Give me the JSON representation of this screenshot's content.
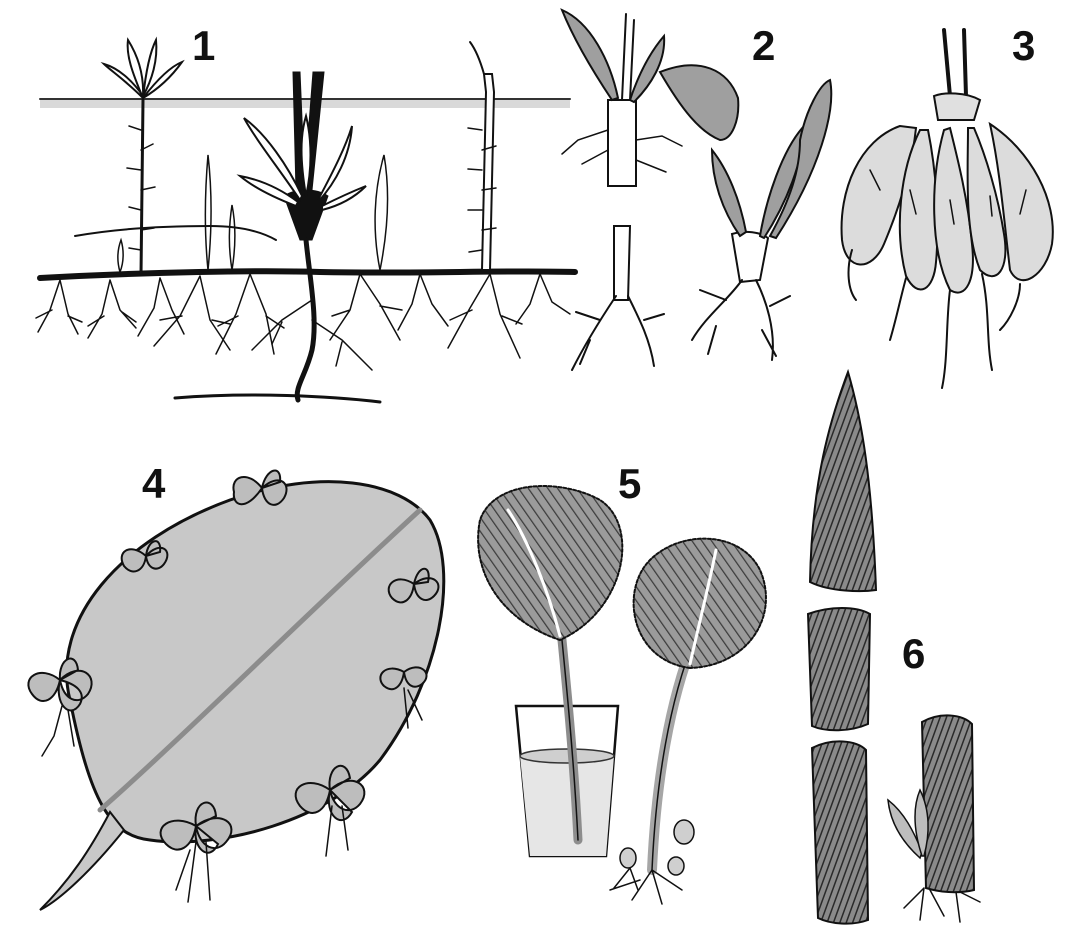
{
  "figure": {
    "panels": [
      {
        "id": "panel-1",
        "number": "1",
        "subject": "root-suckers"
      },
      {
        "id": "panel-2",
        "number": "2",
        "subject": "root-cuttings"
      },
      {
        "id": "panel-3",
        "number": "3",
        "subject": "root-tubers"
      },
      {
        "id": "panel-4",
        "number": "4",
        "subject": "leaf-plantlets"
      },
      {
        "id": "panel-5",
        "number": "5",
        "subject": "leaf-cuttings"
      },
      {
        "id": "panel-6",
        "number": "6",
        "subject": "stem-cutting-segments"
      }
    ],
    "colors": {
      "ink": "#111111",
      "soil_line": "#333333",
      "ground_fill": "#d9d9d9",
      "leaf_fill": "#c8c8c8",
      "dark_fill": "#3a3a3a",
      "water": "#e6e6e6"
    }
  }
}
